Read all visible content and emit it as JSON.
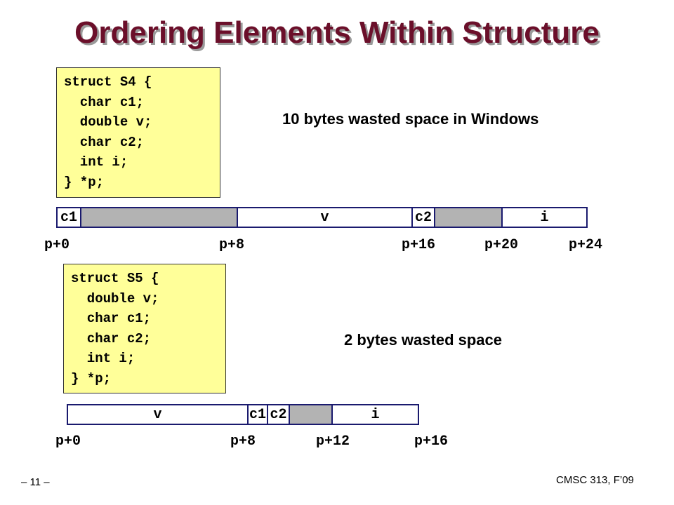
{
  "title": "Ordering Elements Within Structure",
  "s4": {
    "code": "struct S4 {\n  char c1;\n  double v;\n  char c2;\n  int i;\n} *p;",
    "note": "10 bytes wasted space in Windows",
    "cells": [
      {
        "label": "c1",
        "bytes": 1
      },
      {
        "label": "",
        "bytes": 7,
        "padding": true
      },
      {
        "label": "v",
        "bytes": 8
      },
      {
        "label": "c2",
        "bytes": 1
      },
      {
        "label": "",
        "bytes": 3,
        "padding": true
      },
      {
        "label": "i",
        "bytes": 4
      }
    ],
    "addresses": [
      "p+0",
      "p+8",
      "p+16",
      "p+20",
      "p+24"
    ]
  },
  "s5": {
    "code": "struct S5 {\n  double v;\n  char c1;\n  char c2;\n  int i;\n} *p;",
    "note": "2 bytes wasted space",
    "cells": [
      {
        "label": "v",
        "bytes": 8
      },
      {
        "label": "c1",
        "bytes": 1
      },
      {
        "label": "c2",
        "bytes": 1
      },
      {
        "label": "",
        "bytes": 2,
        "padding": true
      },
      {
        "label": "i",
        "bytes": 4
      }
    ],
    "addresses": [
      "p+0",
      "p+8",
      "p+12",
      "p+16"
    ]
  },
  "footer": {
    "page": "– 11 –",
    "course": "CMSC 313, F’09"
  }
}
